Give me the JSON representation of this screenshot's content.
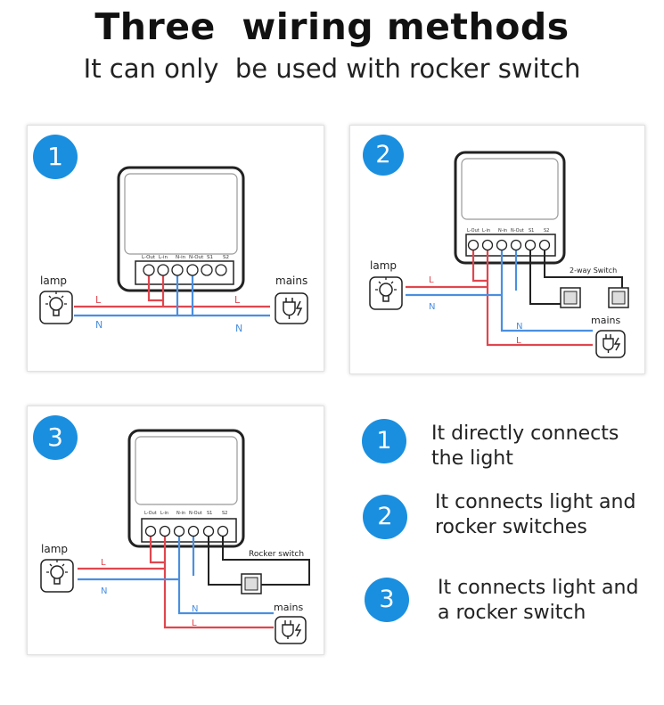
{
  "title": "Three  wiring methods",
  "subtitle": "It can only  be used with rocker switch",
  "colors": {
    "badge": "#1a8fe0",
    "live": "#e0464e",
    "neutral": "#4a8fe0",
    "switch_wire": "#222222",
    "frame": "#222222"
  },
  "terminals": [
    "L-Out",
    "L-in",
    "N-in",
    "N-Out",
    "S1",
    "S2"
  ],
  "panels": [
    {
      "number": "1",
      "lamp_label": "lamp",
      "mains_label": "mains",
      "live_label": "L",
      "neutral_label": "N",
      "lamp_icon": "bulb-icon",
      "mains_icon": "plug-icon"
    },
    {
      "number": "2",
      "lamp_label": "lamp",
      "mains_label": "mains",
      "live_label": "L",
      "neutral_label": "N",
      "switch_label": "2-way Switch",
      "lamp_icon": "bulb-icon",
      "mains_icon": "plug-icon"
    },
    {
      "number": "3",
      "lamp_label": "lamp",
      "mains_label": "mains",
      "live_label": "L",
      "neutral_label": "N",
      "switch_label": "Rocker switch",
      "lamp_icon": "bulb-icon",
      "mains_icon": "plug-icon"
    }
  ],
  "legend": [
    {
      "number": "1",
      "line1": "It directly connects",
      "line2": "the light"
    },
    {
      "number": "2",
      "line1": "It connects light and",
      "line2": "rocker switches"
    },
    {
      "number": "3",
      "line1": "It connects light and",
      "line2": "a rocker switch"
    }
  ]
}
